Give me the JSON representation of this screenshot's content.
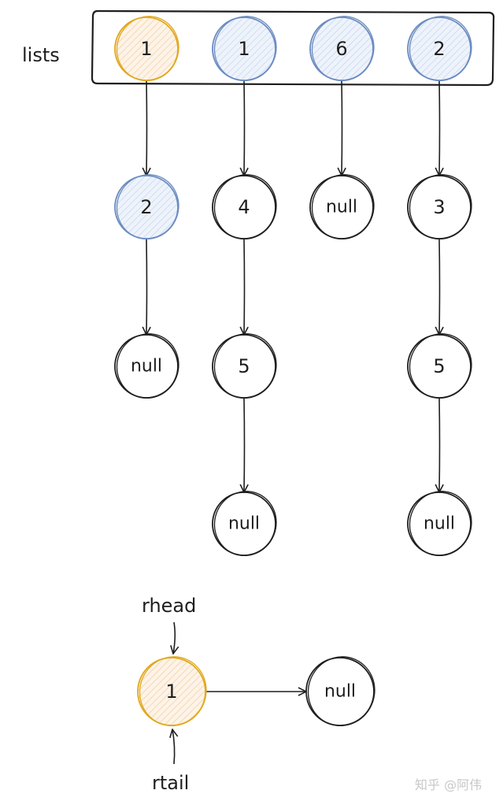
{
  "labels": {
    "lists": "lists",
    "rhead": "rhead",
    "rtail": "rtail"
  },
  "watermark": "知乎 @阿伟",
  "colors": {
    "highlight_gold": "#e0a81e",
    "gold_fill": "#fbe6cf",
    "selected_blue": "#6b8cc0",
    "blue_fill": "#dbe6f6",
    "ink": "#1e1e1e"
  },
  "lists_array": [
    "1",
    "1",
    "6",
    "2"
  ],
  "columns": [
    {
      "head": "1",
      "head_style": "gold",
      "chain": [
        {
          "value": "2",
          "style": "blue"
        },
        {
          "value": "null",
          "style": "plain"
        }
      ]
    },
    {
      "head": "1",
      "head_style": "blue",
      "chain": [
        {
          "value": "4",
          "style": "plain"
        },
        {
          "value": "5",
          "style": "plain"
        },
        {
          "value": "null",
          "style": "plain"
        }
      ]
    },
    {
      "head": "6",
      "head_style": "blue",
      "chain": [
        {
          "value": "null",
          "style": "plain"
        }
      ]
    },
    {
      "head": "2",
      "head_style": "blue",
      "chain": [
        {
          "value": "3",
          "style": "plain"
        },
        {
          "value": "5",
          "style": "plain"
        },
        {
          "value": "null",
          "style": "plain"
        }
      ]
    }
  ],
  "result": {
    "nodes": [
      {
        "value": "1",
        "style": "gold"
      },
      {
        "value": "null",
        "style": "plain"
      }
    ]
  }
}
